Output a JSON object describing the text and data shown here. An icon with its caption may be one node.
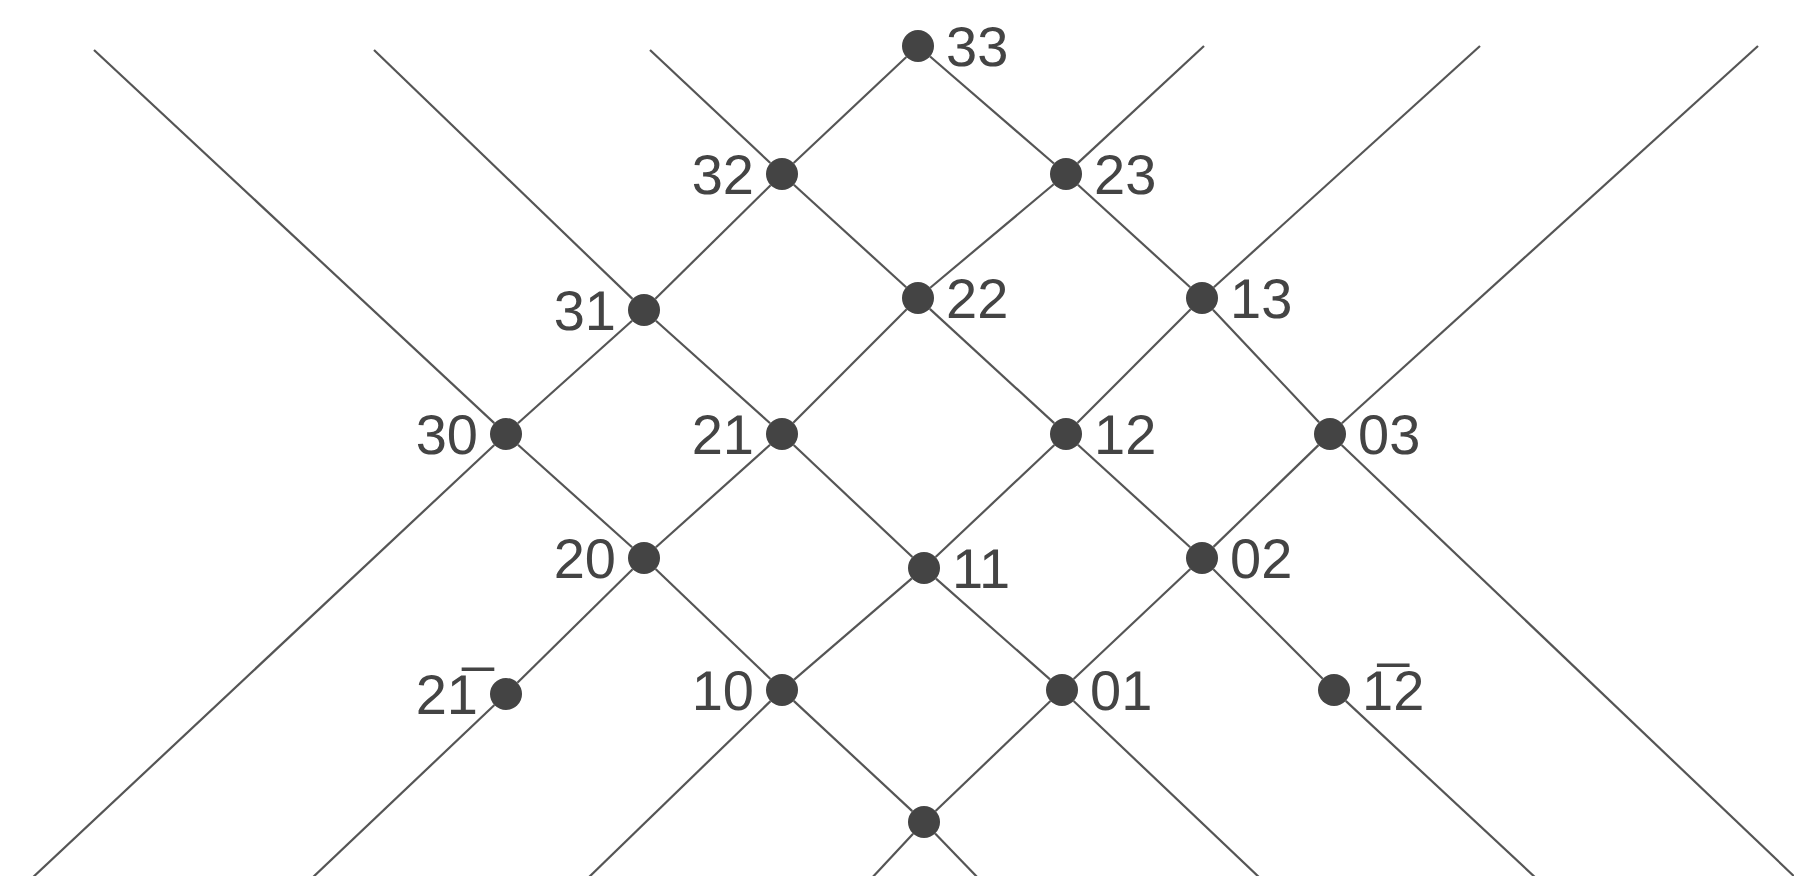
{
  "diagram": {
    "nodes": [
      {
        "text": [],
        "shape": "circle",
        "beside": [
          "33"
        ]
      },
      {
        "text": [],
        "shape": "circle",
        "beside": [
          "32"
        ]
      },
      {
        "text": [],
        "shape": "circle",
        "beside": [
          "23"
        ]
      },
      {
        "text": [],
        "shape": "circle",
        "beside": [
          "31"
        ]
      },
      {
        "text": [],
        "shape": "circle",
        "beside": [
          "22"
        ]
      },
      {
        "text": [],
        "shape": "circle",
        "beside": [
          "13"
        ]
      },
      {
        "text": [],
        "shape": "circle",
        "beside": [
          "30"
        ]
      },
      {
        "text": [],
        "shape": "circle",
        "beside": [
          "21"
        ]
      },
      {
        "text": [],
        "shape": "circle",
        "beside": [
          "12"
        ]
      },
      {
        "text": [],
        "shape": "circle",
        "beside": [
          "03"
        ]
      },
      {
        "text": [],
        "shape": "circle",
        "beside": [
          "20"
        ]
      },
      {
        "text": [],
        "shape": "circle",
        "beside": [
          "11"
        ]
      },
      {
        "text": [],
        "shape": "circle",
        "beside": [
          "02"
        ]
      },
      {
        "text": [],
        "shape": "circle",
        "beside": [
          "21̅"
        ]
      },
      {
        "text": [],
        "shape": "circle",
        "beside": [
          "10"
        ]
      },
      {
        "text": [],
        "shape": "circle",
        "beside": [
          "01"
        ]
      },
      {
        "text": [],
        "shape": "circle",
        "beside": [
          "1̅2"
        ]
      },
      {
        "text": [],
        "shape": "circle"
      }
    ],
    "edges": [
      {
        "from": null,
        "to": 6,
        "arrow": "none"
      },
      {
        "from": 6,
        "to": 10,
        "arrow": "none"
      },
      {
        "from": 10,
        "to": 14,
        "arrow": "none"
      },
      {
        "from": 14,
        "to": 17,
        "arrow": "none"
      },
      {
        "from": 17,
        "to": null,
        "arrow": "none"
      },
      {
        "from": null,
        "to": 3,
        "arrow": "none"
      },
      {
        "from": 3,
        "to": 7,
        "arrow": "none"
      },
      {
        "from": 7,
        "to": 11,
        "arrow": "none"
      },
      {
        "from": 11,
        "to": 15,
        "arrow": "none"
      },
      {
        "from": 15,
        "to": null,
        "arrow": "none"
      },
      {
        "from": null,
        "to": 1,
        "arrow": "none"
      },
      {
        "from": 1,
        "to": 4,
        "arrow": "none"
      },
      {
        "from": 4,
        "to": 8,
        "arrow": "none"
      },
      {
        "from": 8,
        "to": 12,
        "arrow": "none"
      },
      {
        "from": 12,
        "to": 16,
        "arrow": "none"
      },
      {
        "from": 16,
        "to": null,
        "arrow": "none"
      },
      {
        "from": 0,
        "to": 2,
        "arrow": "none"
      },
      {
        "from": 2,
        "to": 5,
        "arrow": "none"
      },
      {
        "from": 5,
        "to": 9,
        "arrow": "none"
      },
      {
        "from": 9,
        "to": null,
        "arrow": "none"
      },
      {
        "from": null,
        "to": 6,
        "arrow": "none"
      },
      {
        "from": 6,
        "to": 3,
        "arrow": "none"
      },
      {
        "from": 3,
        "to": 1,
        "arrow": "none"
      },
      {
        "from": 1,
        "to": 0,
        "arrow": "none"
      },
      {
        "from": null,
        "to": 13,
        "arrow": "none"
      },
      {
        "from": 13,
        "to": 10,
        "arrow": "none"
      },
      {
        "from": 10,
        "to": 7,
        "arrow": "none"
      },
      {
        "from": 7,
        "to": 4,
        "arrow": "none"
      },
      {
        "from": 4,
        "to": 2,
        "arrow": "none"
      },
      {
        "from": 2,
        "to": null,
        "arrow": "none"
      },
      {
        "from": null,
        "to": 14,
        "arrow": "none"
      },
      {
        "from": 14,
        "to": 11,
        "arrow": "none"
      },
      {
        "from": 11,
        "to": 8,
        "arrow": "none"
      },
      {
        "from": 8,
        "to": 5,
        "arrow": "none"
      },
      {
        "from": 5,
        "to": null,
        "arrow": "none"
      },
      {
        "from": null,
        "to": 17,
        "arrow": "none"
      },
      {
        "from": 17,
        "to": 15,
        "arrow": "none"
      },
      {
        "from": 15,
        "to": 12,
        "arrow": "none"
      },
      {
        "from": 12,
        "to": 9,
        "arrow": "none"
      },
      {
        "from": 9,
        "to": null,
        "arrow": "none"
      }
    ]
  }
}
